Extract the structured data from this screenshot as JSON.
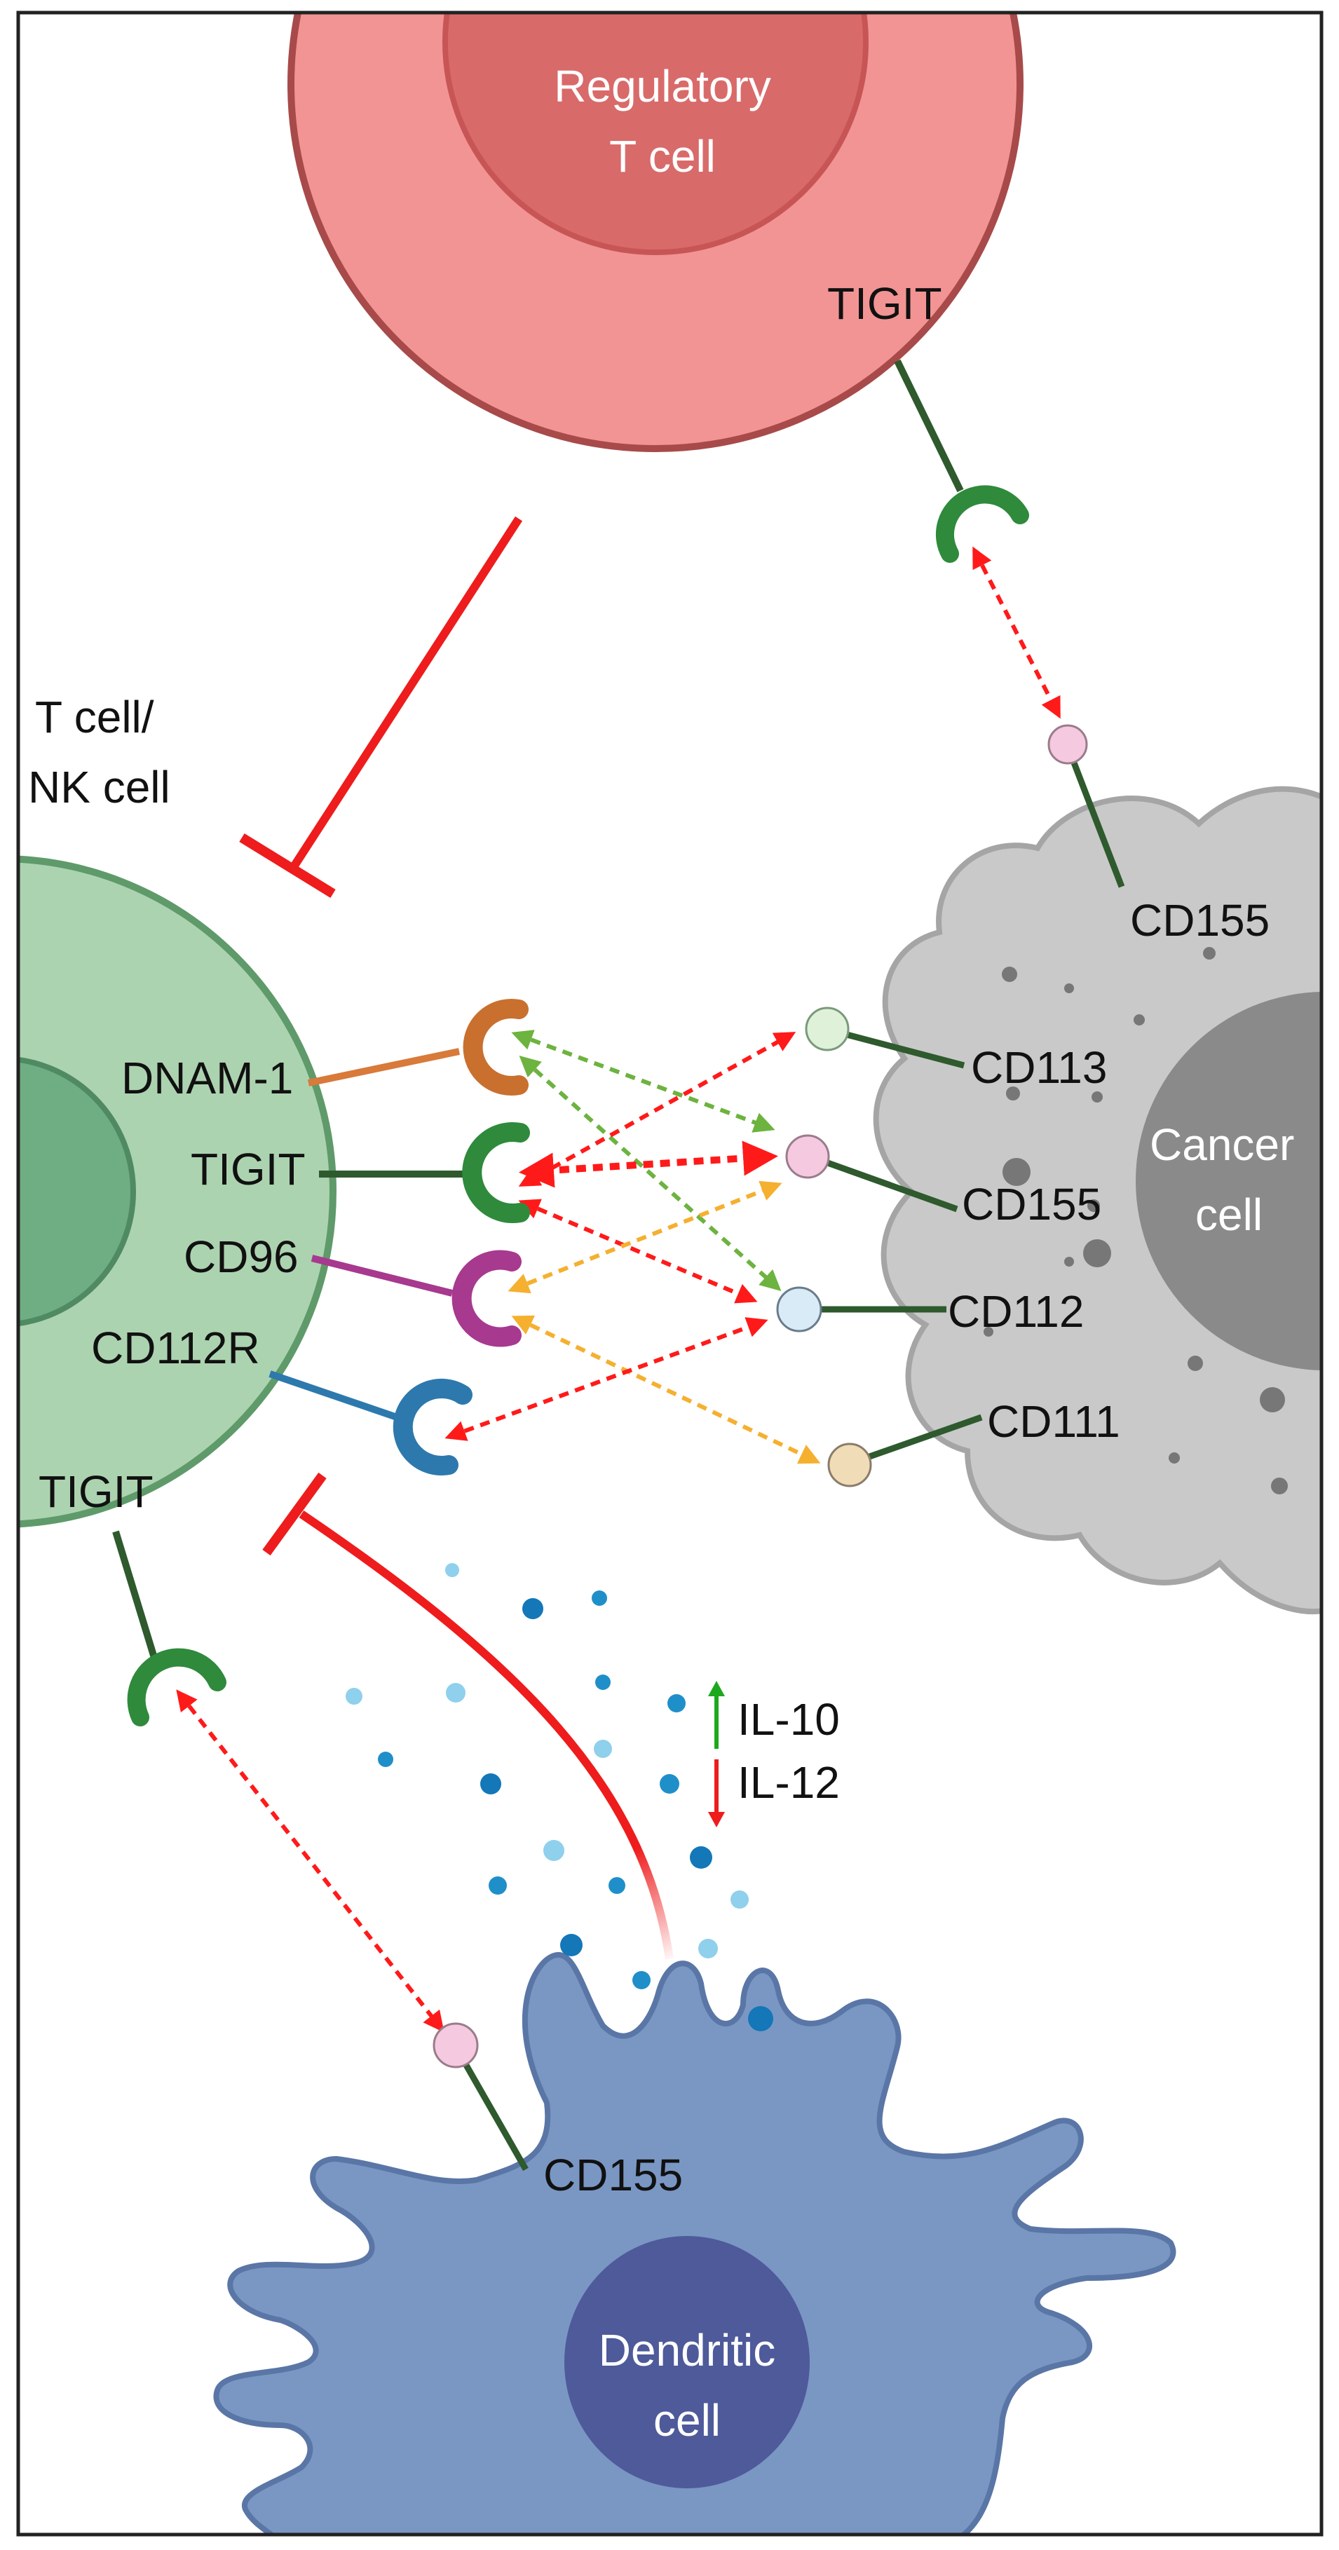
{
  "cells": {
    "treg": {
      "line1": "Regulatory",
      "line2": "T cell",
      "receptor": "TIGIT"
    },
    "tnk": {
      "line1": "T cell/",
      "line2": "NK cell"
    },
    "cancer": {
      "line1": "Cancer",
      "line2": "cell"
    },
    "dendritic": {
      "line1": "Dendritic",
      "line2": "cell"
    }
  },
  "receptors": {
    "dnam1": "DNAM-1",
    "tigit": "TIGIT",
    "cd96": "CD96",
    "cd112r": "CD112R",
    "tigit_lower": "TIGIT"
  },
  "ligands": {
    "cd155_top": "CD155",
    "cd113": "CD113",
    "cd155_mid": "CD155",
    "cd112": "CD112",
    "cd111": "CD111",
    "cd155_dc": "CD155"
  },
  "cytokines": {
    "il10": "IL-10",
    "il12": "IL-12"
  },
  "colors": {
    "treg_outer": "#f29494",
    "treg_inner": "#d96a6a",
    "tnk_outer": "#acd3b0",
    "tnk_inner": "#6fae82",
    "cancer": "#c9c9c9",
    "cancer_nucleus": "#8a8a8a",
    "dendritic": "#7a97c4",
    "dendritic_nucleus": "#4e5a9a",
    "inhibit": "#ee1c1c",
    "dnam1": "#d87a3a",
    "tigit": "#2f8a3c",
    "cd96": "#a7398f",
    "cd112r": "#2d79ad",
    "arrow_red": "#ff1a1a",
    "arrow_green": "#6db33f",
    "arrow_orange": "#f5b030",
    "cytokine": "#1f8fc9"
  },
  "icons": [
    "up-arrow-green-icon",
    "down-arrow-red-icon"
  ]
}
